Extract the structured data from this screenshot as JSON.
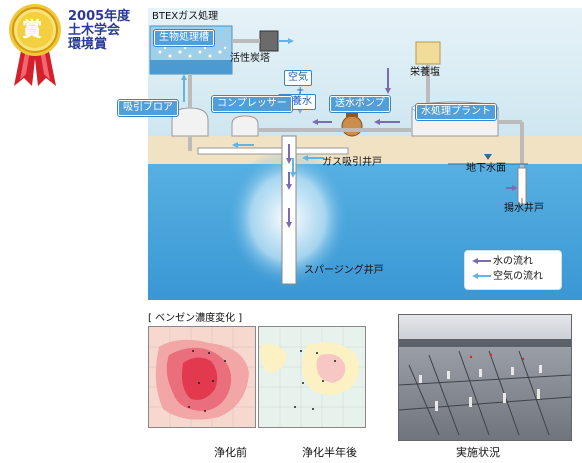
{
  "award": {
    "badge_char": "賞",
    "line1": "2005年度",
    "line2": "土木学会",
    "line3": "環境賞"
  },
  "diagram": {
    "btex_title": "BTEXガス処理",
    "bio_tank": "生物処理槽",
    "activated_carbon": "活性炭塔",
    "nutrient_salt": "栄養塩",
    "air": "空気",
    "plus": "+",
    "nutrient_water": "栄養水",
    "suction_blower": "吸引ブロア",
    "compressor": "コンプレッサー",
    "water_pump": "送水ポンプ",
    "water_plant": "水処理プラント",
    "gas_well": "ガス吸引井戸",
    "groundwater": "地下水面",
    "pump_well": "揚水井戸",
    "sparging_well": "スパージング井戸"
  },
  "legend": {
    "water_flow": "水の流れ",
    "air_flow": "空気の流れ"
  },
  "colors": {
    "water_arrow": "#7b6bb0",
    "air_arrow": "#5fb6e6",
    "ground": "#f1e2c4",
    "water": "#3f9fd8",
    "sky": "#dbeef6"
  },
  "bottom": {
    "benzene_title": "[ ベンゼン濃度変化 ]",
    "before": "浄化前",
    "after": "浄化半年後",
    "site": "実施状況"
  }
}
